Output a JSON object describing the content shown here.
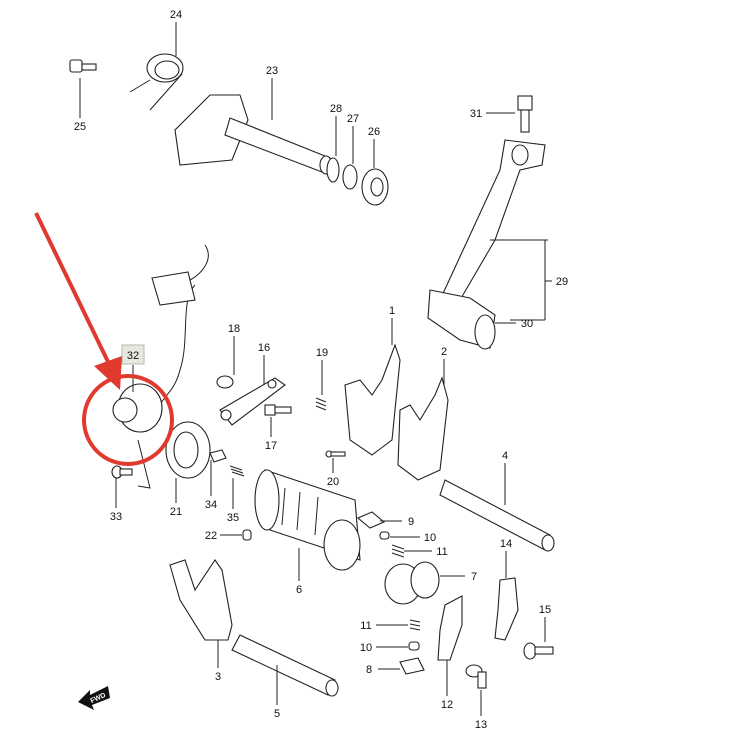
{
  "diagram": {
    "labels": [
      "24",
      "25",
      "23",
      "28",
      "27",
      "26",
      "31",
      "29",
      "30",
      "18",
      "16",
      "19",
      "1",
      "2",
      "32",
      "17",
      "20",
      "4",
      "34",
      "35",
      "21",
      "33",
      "9",
      "10",
      "11",
      "22",
      "14",
      "7",
      "6",
      "15",
      "11",
      "10",
      "8",
      "3",
      "12",
      "5",
      "13"
    ],
    "highlighted_part": "32",
    "direction_badge": "FWD",
    "annotation_color": "#e03a2f"
  }
}
